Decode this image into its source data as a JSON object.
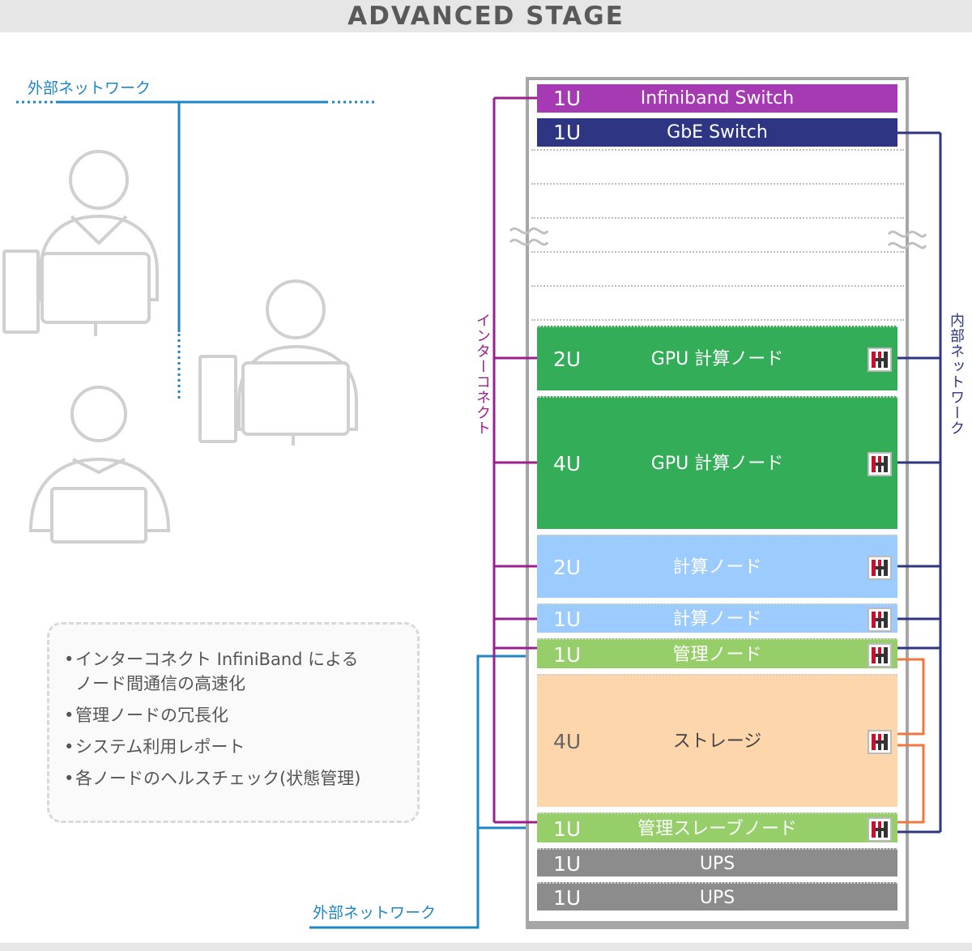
{
  "title": "ADVANCED STAGE",
  "external_network_top": "外部ネットワーク",
  "external_network_bottom": "外部ネットワーク",
  "interconnect_label": "インターコネクト",
  "internal_network_label": "内部ネットワーク",
  "features": [
    "インターコネクト InfiniBand による\nノード間通信の高速化",
    "管理ノードの冗長化",
    "システム利用レポート",
    "各ノードのヘルスチェック(状態管理)"
  ],
  "feature_bullet": "•",
  "rack_units": [
    {
      "size": "1U",
      "name": "Infiniband  Switch",
      "color": "#a53ab2"
    },
    {
      "size": "1U",
      "name": "GbE Switch",
      "color": "#2e3683"
    },
    {
      "size": "2U",
      "name": "GPU 計算ノード",
      "color": "#34ad59"
    },
    {
      "size": "4U",
      "name": "GPU 計算ノード",
      "color": "#34ad59"
    },
    {
      "size": "2U",
      "name": "計算ノード",
      "color": "#9ccbff"
    },
    {
      "size": "1U",
      "name": "計算ノード",
      "color": "#9ccbff"
    },
    {
      "size": "1U",
      "name": "管理ノード",
      "color": "#96cf6a"
    },
    {
      "size": "4U",
      "name": "ストレージ",
      "color": "#fdd6ac"
    },
    {
      "size": "1U",
      "name": "管理スレーブノード",
      "color": "#96cf6a"
    },
    {
      "size": "1U",
      "name": "UPS",
      "color": "#8c8c8c"
    },
    {
      "size": "1U",
      "name": "UPS",
      "color": "#8c8c8c"
    }
  ],
  "colors": {
    "interconnect": "#9b1f91",
    "internal_network": "#2e3683",
    "external_network": "#1e86c4",
    "storage_link": "#f07840",
    "person": "#d0d0d0",
    "logo_red": "#c8102e",
    "logo_dark": "#333333"
  },
  "icons": [
    "user-at-desktop-icon",
    "user-at-desktop-icon",
    "user-at-laptop-icon",
    "hpc-logo-icon",
    "wavy-break-icon"
  ]
}
